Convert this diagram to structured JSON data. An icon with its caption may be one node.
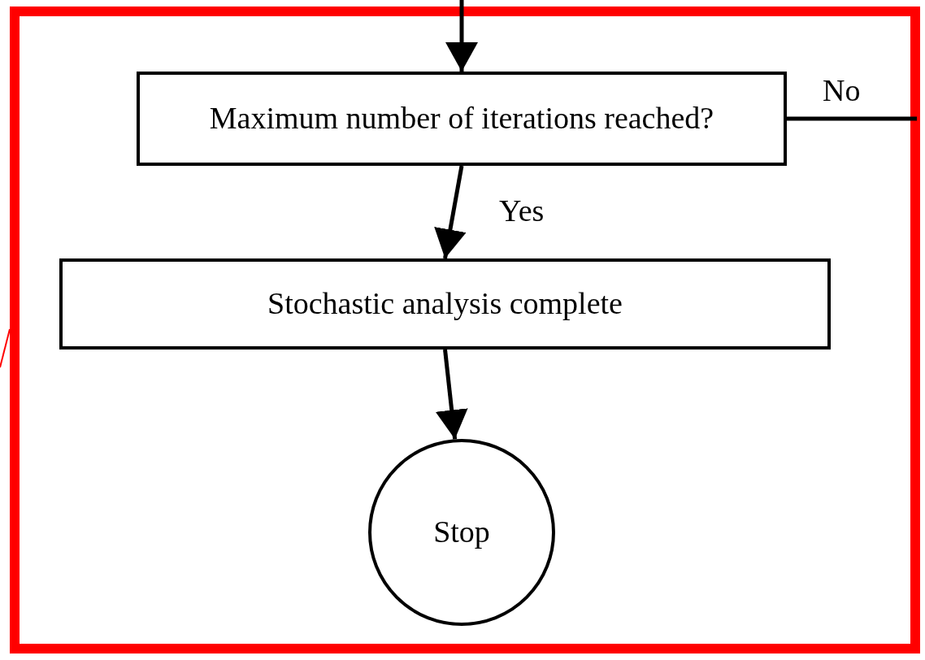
{
  "diagram": {
    "nodes": [
      {
        "text": [
          "Maximum number of iterations reached?"
        ]
      },
      {
        "text": [
          "Stochastic analysis complete"
        ]
      },
      {
        "text": [
          "Stop"
        ]
      }
    ],
    "edges": [
      {
        "from": null,
        "to": 0,
        "arrow": "to"
      },
      {
        "from": 0,
        "to": null,
        "arrow": "none",
        "label": "No"
      },
      {
        "from": 0,
        "to": 1,
        "arrow": "to",
        "label": "Yes"
      },
      {
        "from": 1,
        "to": 2,
        "arrow": "to"
      }
    ]
  }
}
